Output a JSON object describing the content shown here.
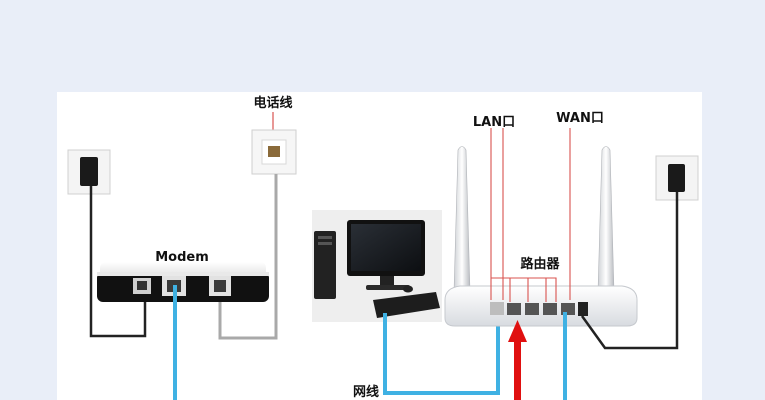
{
  "labels": {
    "phone_line": "电话线",
    "modem": "Modem",
    "lan_port": "LAN口",
    "wan_port": "WAN口",
    "router": "路由器",
    "network_cable": "网线"
  },
  "colors": {
    "page_background": "#e9eef8",
    "panel_background": "#ffffff",
    "network_cable": "#3fb1e3",
    "phone_cable": "#a9a9a9",
    "power_cable": "#222222",
    "guide_line": "#d9534f",
    "arrow": "#e01010"
  },
  "icons": [
    "wall-power-socket-icon",
    "phone-jack-icon",
    "modem-icon",
    "computer-icon",
    "router-icon"
  ]
}
